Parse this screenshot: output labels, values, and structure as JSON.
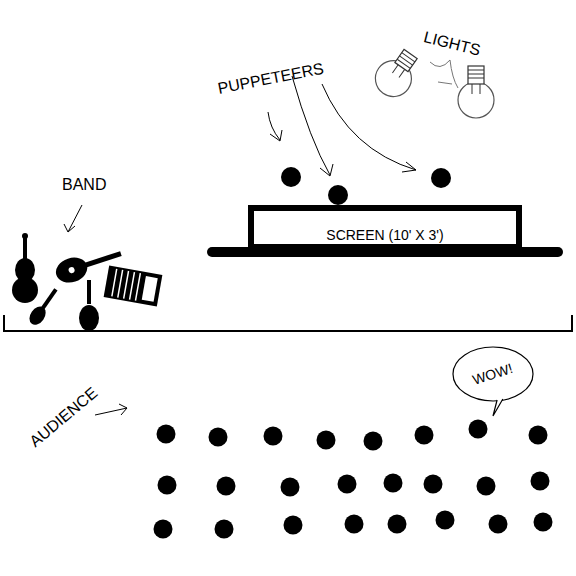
{
  "diagram": {
    "nodes": [
      {
        "text": [
          "SCREEN (10' X 3')"
        ]
      },
      {
        "text": [
          "WOW!"
        ]
      }
    ],
    "labels": [
      "PUPPETEERS",
      "LIGHTS",
      "BAND",
      "AUDIENCE"
    ]
  }
}
